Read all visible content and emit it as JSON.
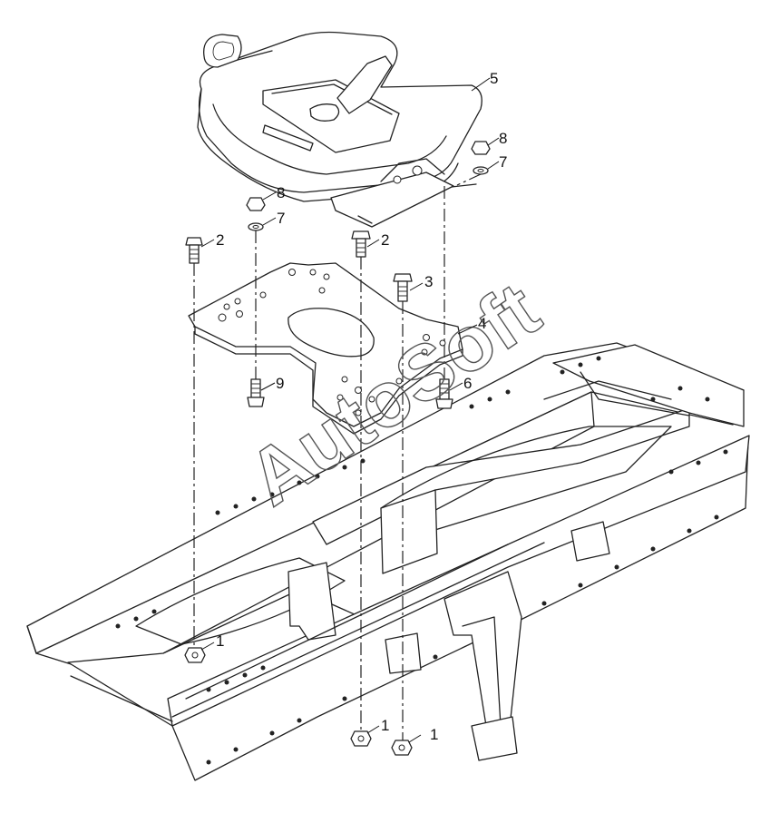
{
  "callouts": {
    "c5": "5",
    "c8a": "8",
    "c7a": "7",
    "c8b": "8",
    "c7b": "7",
    "c2a": "2",
    "c2b": "2",
    "c3": "3",
    "c4": "4",
    "c9": "9",
    "c6": "6",
    "c1a": "1",
    "c1b": "1",
    "c1c": "1"
  },
  "watermark": "AutoSoft"
}
